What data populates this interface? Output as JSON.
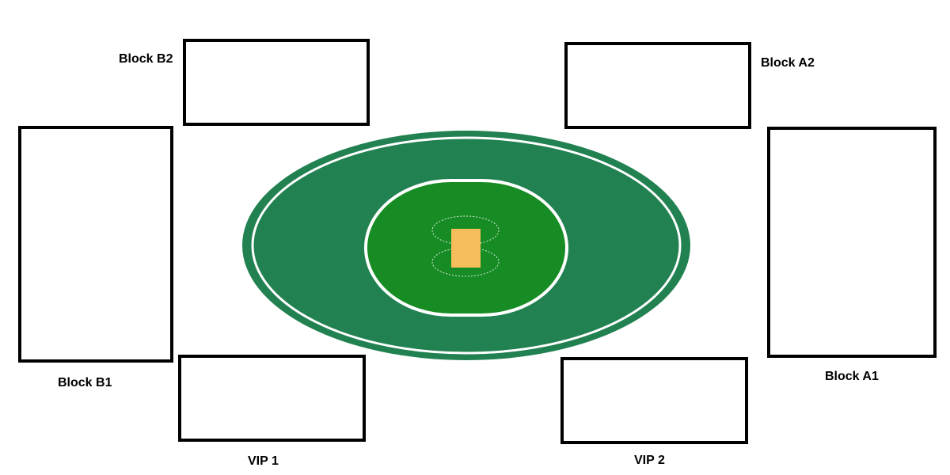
{
  "blocks": {
    "b2": {
      "label": "Block B2"
    },
    "a2": {
      "label": "Block A2"
    },
    "b1": {
      "label": "Block B1"
    },
    "a1": {
      "label": "Block A1"
    },
    "vip1": {
      "label": "VIP 1"
    },
    "vip2": {
      "label": "VIP 2"
    }
  },
  "colors": {
    "outfield": "#218150",
    "infield": "#178c24",
    "boundary_line": "#ffffff",
    "pitch": "#f6bd5c",
    "block_border": "#000000"
  }
}
